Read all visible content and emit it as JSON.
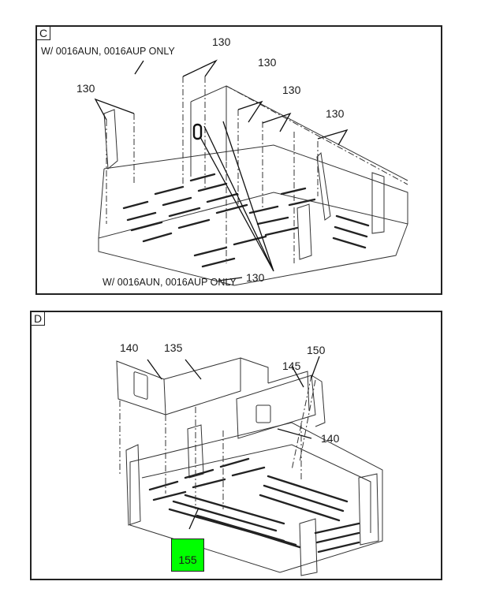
{
  "figure": {
    "panels": [
      {
        "id": "C",
        "letter": "C",
        "notes": {
          "top": "W/ 0016AUN, 0016AUP ONLY",
          "bottom": "W/ 0016AUN, 0016AUP ONLY"
        },
        "callouts": [
          "130",
          "130",
          "130",
          "130",
          "130",
          "130"
        ]
      },
      {
        "id": "D",
        "letter": "D",
        "callouts": [
          "140",
          "135",
          "150",
          "145",
          "140"
        ],
        "highlighted_callout": "155"
      }
    ],
    "colors": {
      "highlight": "#00ff00",
      "line": "#222222"
    }
  }
}
